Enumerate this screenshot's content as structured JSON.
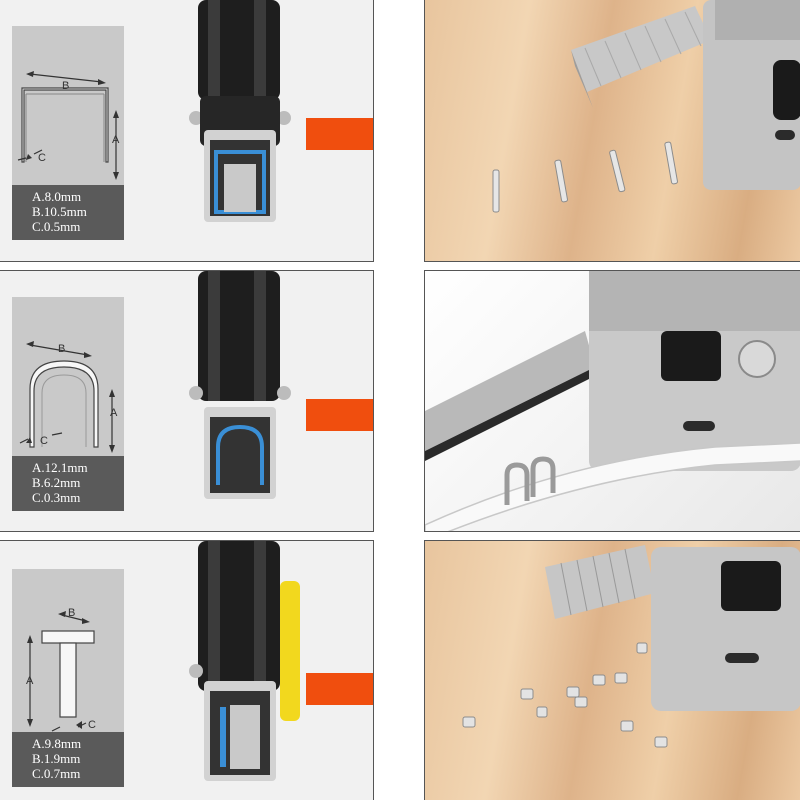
{
  "colors": {
    "arrow": "#f04e0e",
    "spec_box": "#5a5a5a",
    "card_bg": "#c9c9c9",
    "staple_highlight": "#3a8fd6"
  },
  "rows": [
    {
      "staple_type": "narrow-crown-staple",
      "dim_labels": {
        "a": "A",
        "b": "B",
        "c": "C"
      },
      "specs": [
        "A.8.0mm",
        "B.10.5mm",
        "C.0.5mm"
      ],
      "photo": "staples-on-wood"
    },
    {
      "staple_type": "u-shaped-cable-staple",
      "dim_labels": {
        "a": "A",
        "b": "B",
        "c": "C"
      },
      "specs": [
        "A.12.1mm",
        "B.6.2mm",
        "C.0.3mm"
      ],
      "photo": "cable-staples-on-wire"
    },
    {
      "staple_type": "t-shaped-brad-nail",
      "dim_labels": {
        "a": "A",
        "b": "B",
        "c": "C"
      },
      "specs": [
        "A.9.8mm",
        "B.1.9mm",
        "C.0.7mm"
      ],
      "photo": "brad-nails-on-wood"
    }
  ]
}
